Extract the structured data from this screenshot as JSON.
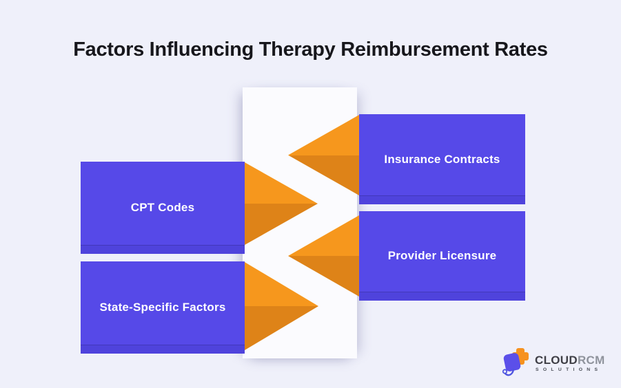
{
  "page": {
    "title": "Factors Influencing Therapy Reimbursement Rates"
  },
  "colors": {
    "bg": "#eff0fa",
    "strip": "#fbfbfe",
    "box_purple": "#5649e8",
    "box_purple_dark": "#4e42da",
    "arrow_light": "#f6971d",
    "arrow_dark": "#de8318",
    "title_color": "#17171c",
    "label_color": "#ffffff",
    "logo_orange": "#f6921e",
    "logo_purple": "#5b4fe9",
    "logo_text_dark": "#3f3f46",
    "logo_text_gray": "#8f939c",
    "logo_sub_gray": "#4b4f58"
  },
  "diagram": {
    "left_factors": [
      {
        "label": "CPT Codes"
      },
      {
        "label": "State-Specific Factors"
      }
    ],
    "right_factors": [
      {
        "label": "Insurance Contracts"
      },
      {
        "label": "Provider Licensure"
      }
    ]
  },
  "logo": {
    "brand_primary": "CLOUD",
    "brand_secondary": "RCM",
    "brand_subtitle": "SOLUTIONS"
  }
}
